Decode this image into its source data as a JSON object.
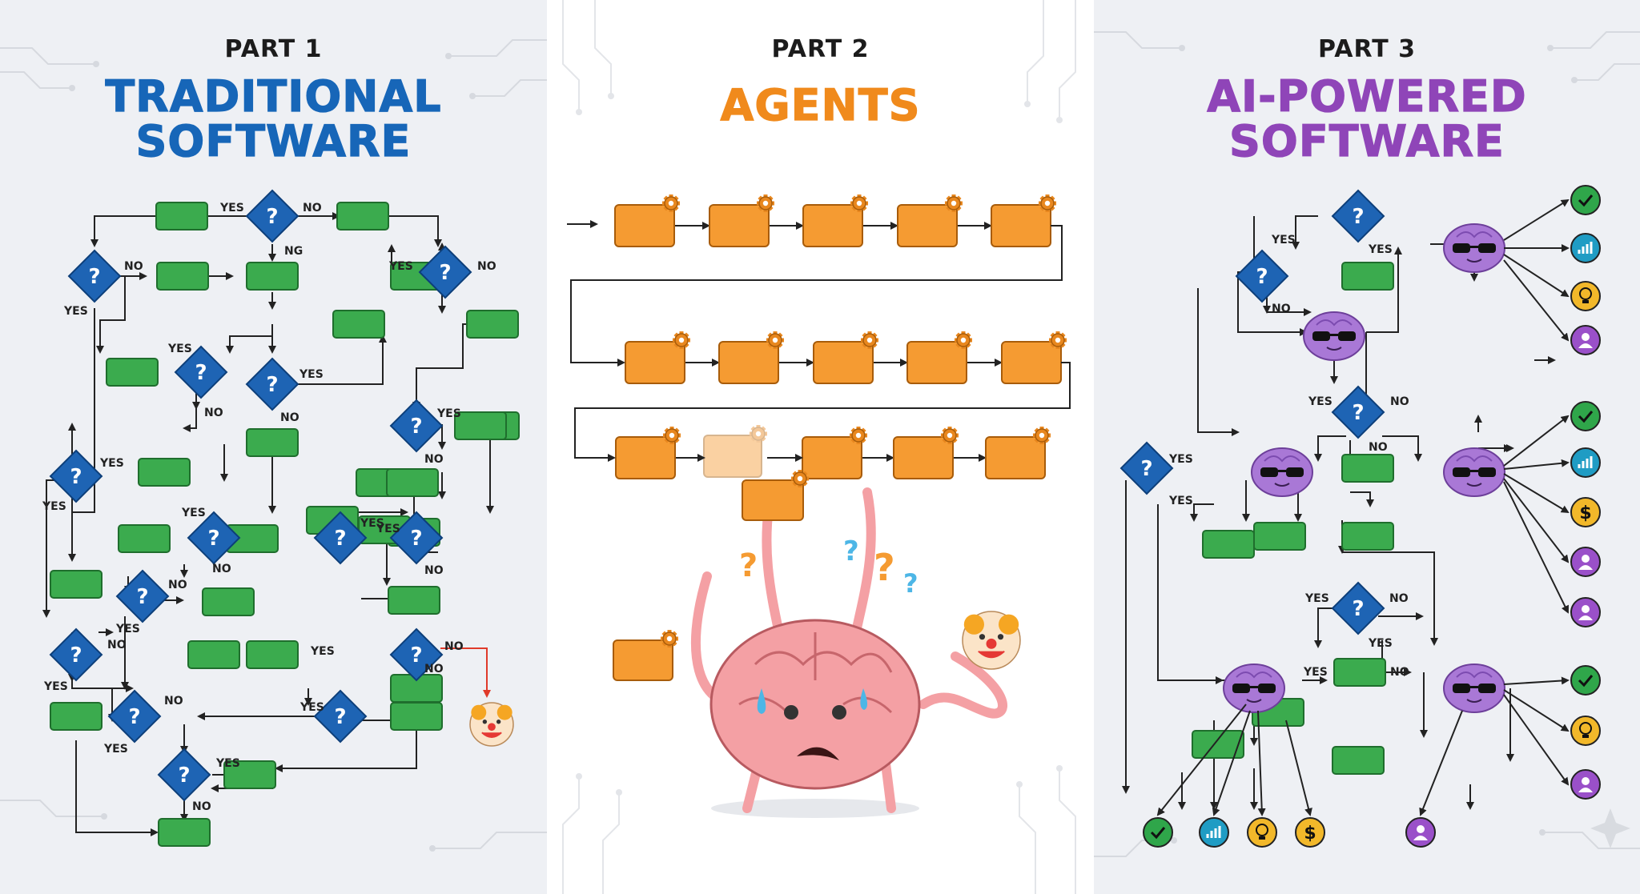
{
  "panels": [
    {
      "part": "PART 1",
      "title_line1": "TRADITIONAL",
      "title_line2": "SOFTWARE",
      "accent": "#1766b8"
    },
    {
      "part": "PART 2",
      "title_line1": "AGENTS",
      "title_line2": "",
      "accent": "#f08a1c"
    },
    {
      "part": "PART 3",
      "title_line1": "AI-POWERED",
      "title_line2": "SOFTWARE",
      "accent": "#8f45b8"
    }
  ],
  "labels": {
    "yes": "YES",
    "no": "NO",
    "ng": "NG",
    "question": "?",
    "dollar": "$"
  },
  "colors": {
    "process_box": "#3bab4e",
    "decision": "#1e64b4",
    "agent_task": "#f59b32",
    "brain": "#f4a0a4",
    "ai_brain": "#a978d6",
    "clown_warning": "#e03a2a"
  },
  "icons": {
    "task_gear": "gear-icon",
    "ai_brain": "brain-with-sunglasses-icon",
    "outcomes": [
      "check-icon",
      "chart-icon",
      "lightbulb-icon",
      "dollar-icon",
      "user-icon"
    ],
    "failure": "clown-face-icon",
    "confused_agent": "confused-brain-icon"
  }
}
